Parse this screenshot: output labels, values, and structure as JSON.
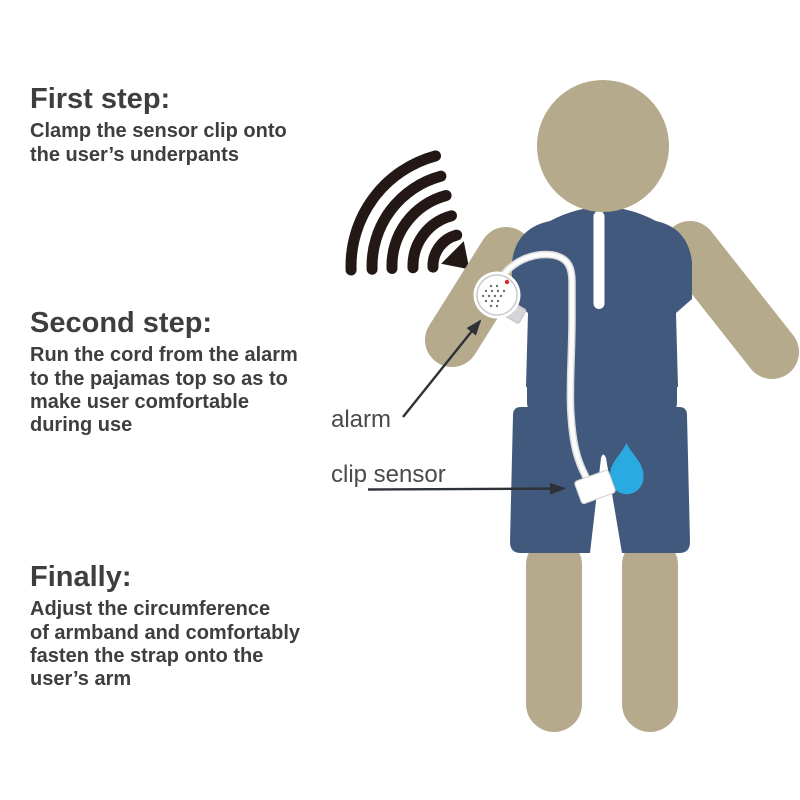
{
  "instructions": {
    "steps": [
      {
        "heading": "First step:",
        "body": "Clamp the sensor clip onto\nthe user’s underpants"
      },
      {
        "heading": "Second step:",
        "body": "Run the cord from the alarm\nto the pajamas top so as to\nmake user comfortable\nduring use"
      },
      {
        "heading": "Finally:",
        "body": "Adjust the circumference\nof armband and comfortably\nfasten the strap onto the\nuser’s arm"
      }
    ]
  },
  "callouts": {
    "alarm": "alarm",
    "clip_sensor": "clip sensor"
  },
  "icons": {
    "sound_waves": "five-arc-sound-waves",
    "speaker": "loudspeaker-cone",
    "alarm_device": "round-alarm-unit-with-speaker-grille-and-red-led",
    "armband": "gray-arm-strap",
    "cord": "white-alarm-cord",
    "clip_sensor": "white-sensor-clip",
    "urine_drop": "water-drop"
  },
  "colors": {
    "background": "#ffffff",
    "text_dark": "#3e3e3e",
    "label_gray": "#4a4a4a",
    "navy": "#41597c",
    "tan": "#b5aa8b",
    "drop_blue": "#29abe2",
    "wave_black": "#231815",
    "arrow_dark": "#2d3138",
    "device_white": "#ffffff",
    "device_edge": "#c9c9c9",
    "strap_gray": "#d5d5d9",
    "led_red": "#d8262c",
    "grille_gray": "#6f6f6f",
    "cord_white": "#fcfcfc",
    "cord_edge": "#dcdcdc",
    "zipper_white": "#ffffff"
  }
}
